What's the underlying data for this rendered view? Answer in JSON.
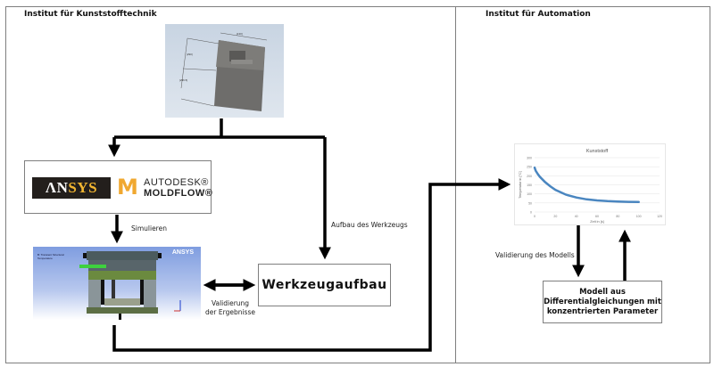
{
  "sections": {
    "left_title": "Institut für Kunststofftechnik",
    "right_title": "Institut für Automation"
  },
  "logos": {
    "ansys_prefix": "ΛN",
    "ansys_suffix": "SYS",
    "autodesk_mark": "M",
    "autodesk_line1": "AUTODESK®",
    "autodesk_line2": "MOLDFLOW®"
  },
  "simulation": {
    "brand": "ANSYS"
  },
  "boxes": {
    "tool_build": "Werkzeugaufbau",
    "model_line1": "Modell aus",
    "model_line2": "Differentialgleichungen mit",
    "model_line3": "konzentrierten Parameter"
  },
  "labels": {
    "simulate": "Simulieren",
    "build_tool": "Aufbau des Werkzeugs",
    "validate_results_1": "Validierung",
    "validate_results_2": "der Ergebnisse",
    "validate_model": "Validierung des Modells"
  },
  "chart_data": {
    "type": "line",
    "title": "Kunststoff",
    "xlabel": "Zeit in [s]",
    "ylabel": "Temperatur in [°C]",
    "xlim": [
      0,
      120
    ],
    "ylim": [
      0,
      300
    ],
    "xticks": [
      0,
      20,
      40,
      60,
      80,
      100,
      120
    ],
    "yticks": [
      0,
      50,
      100,
      150,
      200,
      250,
      300
    ],
    "grid": true,
    "series": [
      {
        "name": "Kunststoff",
        "color": "#4a86c0",
        "x": [
          0,
          1,
          3,
          5,
          10,
          15,
          20,
          30,
          40,
          50,
          60,
          70,
          80,
          90,
          100
        ],
        "y": [
          245,
          228,
          210,
          195,
          165,
          142,
          122,
          96,
          80,
          70,
          64,
          60,
          58,
          56,
          55
        ]
      }
    ]
  }
}
